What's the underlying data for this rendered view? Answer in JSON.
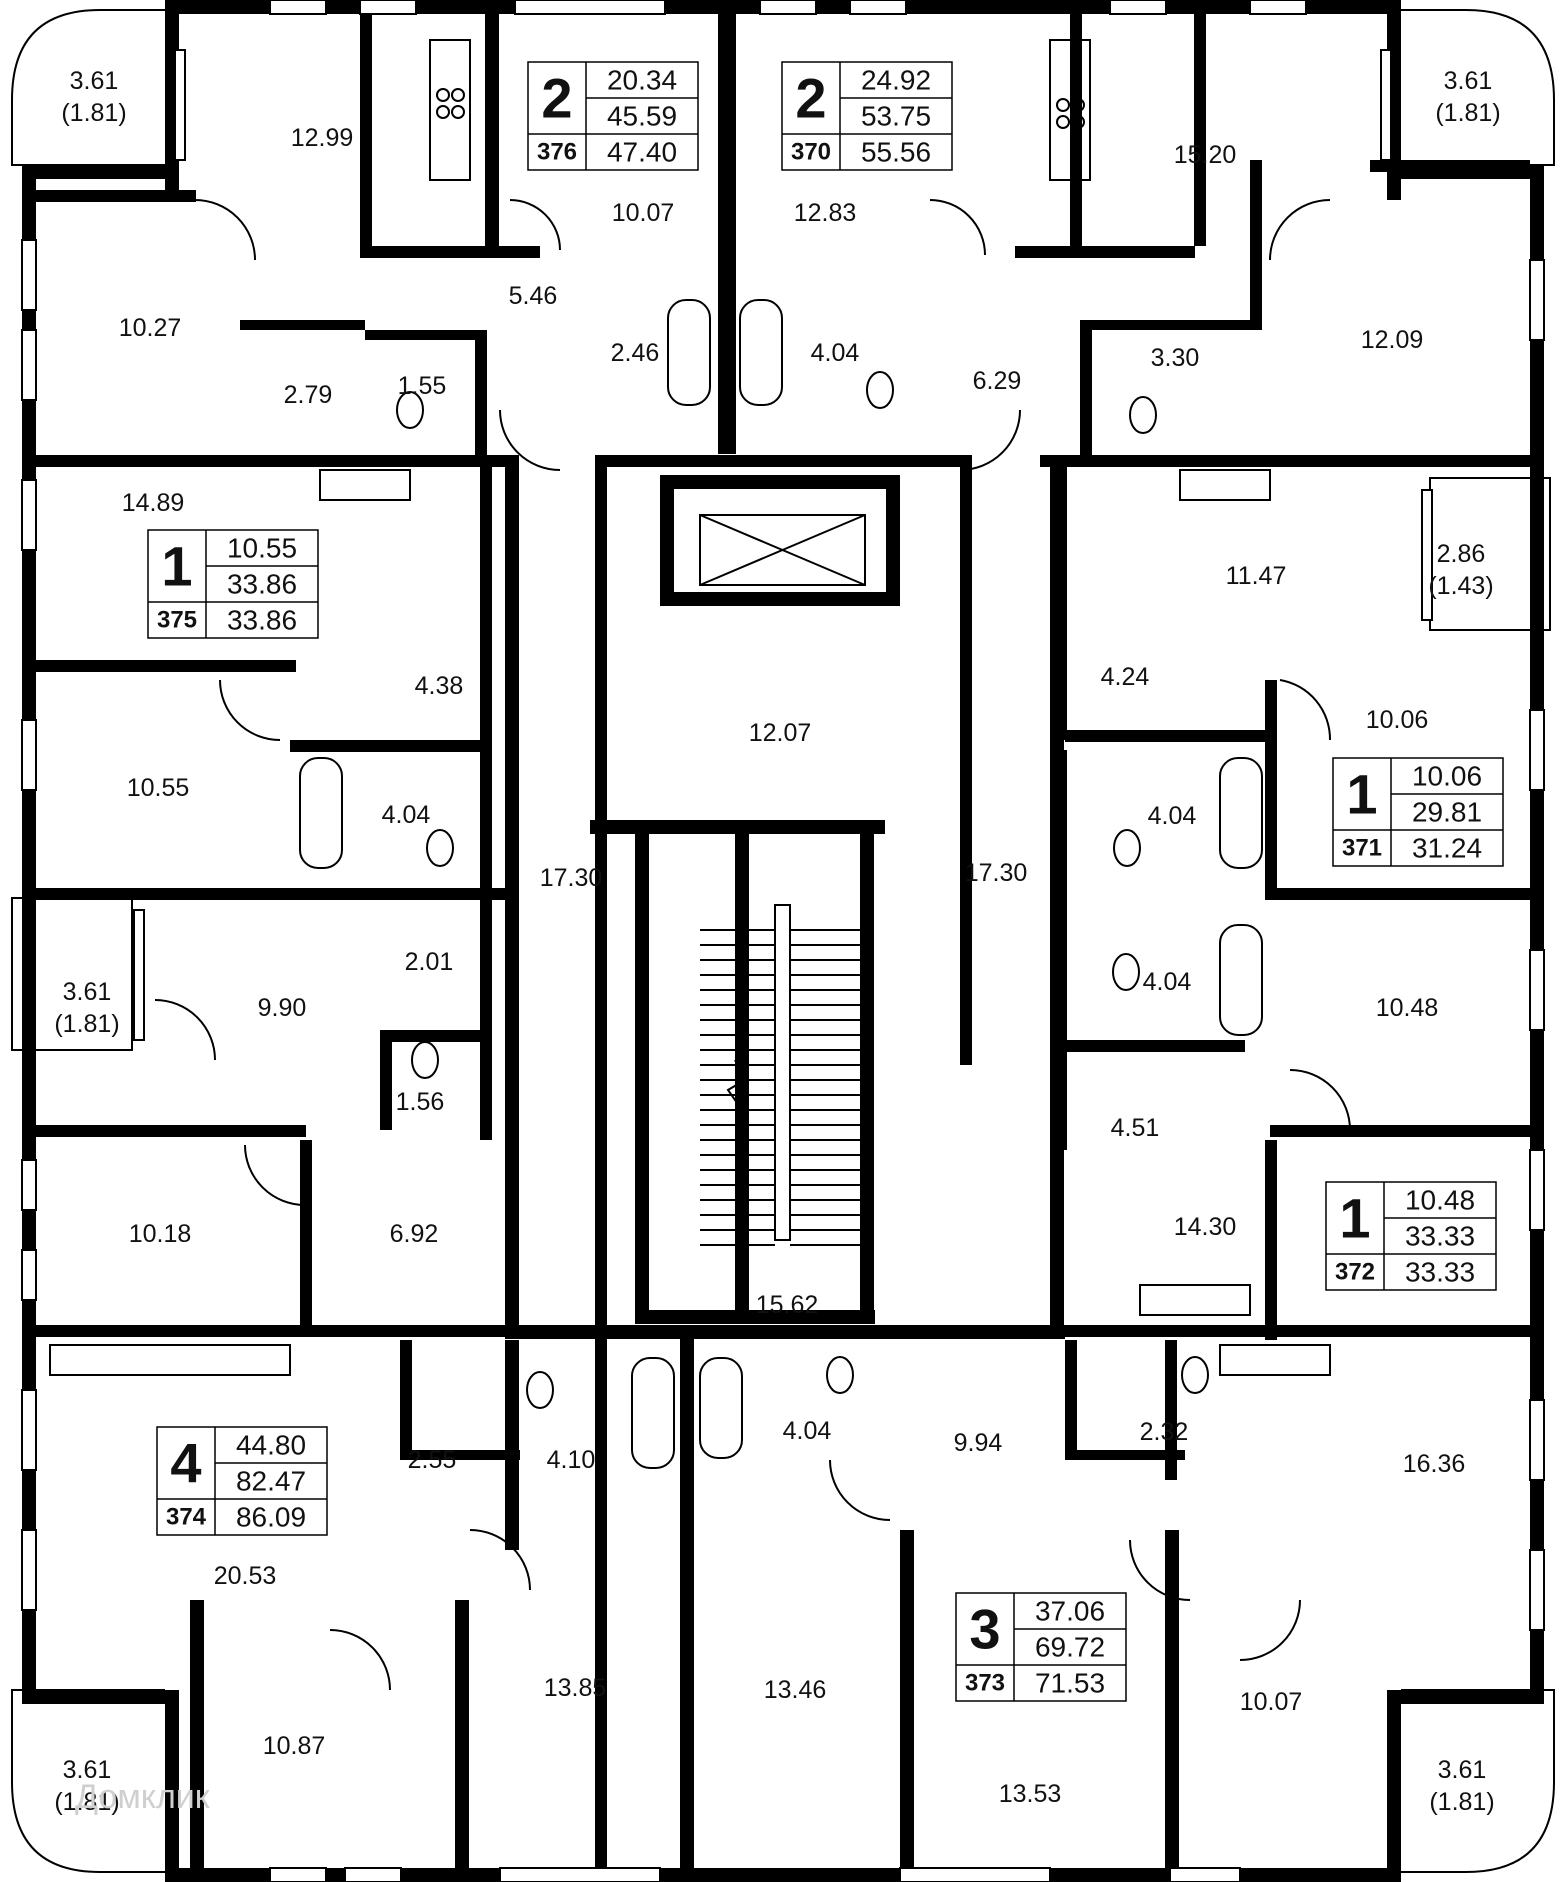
{
  "rooms": [
    {
      "id": "r1",
      "label": "12.99"
    },
    {
      "id": "r2",
      "label": "10.07"
    },
    {
      "id": "r3",
      "label": "12.83"
    },
    {
      "id": "r4",
      "label": "15.20"
    },
    {
      "id": "r5",
      "label": "10.27"
    },
    {
      "id": "r6",
      "label": "2.79"
    },
    {
      "id": "r7",
      "label": "1.55"
    },
    {
      "id": "r8",
      "label": "5.46"
    },
    {
      "id": "r9",
      "label": "2.46"
    },
    {
      "id": "r10",
      "label": "4.04"
    },
    {
      "id": "r11",
      "label": "6.29"
    },
    {
      "id": "r12",
      "label": "3.30"
    },
    {
      "id": "r13",
      "label": "12.09"
    },
    {
      "id": "r14",
      "label": "14.89"
    },
    {
      "id": "r15",
      "label": "11.47"
    },
    {
      "id": "r16",
      "label": "4.38"
    },
    {
      "id": "r17",
      "label": "4.24"
    },
    {
      "id": "r18",
      "label": "10.06"
    },
    {
      "id": "r19",
      "label": "10.55"
    },
    {
      "id": "r20",
      "label": "12.07"
    },
    {
      "id": "r21",
      "label": "4.04"
    },
    {
      "id": "r22",
      "label": "4.04"
    },
    {
      "id": "r23",
      "label": "17.30"
    },
    {
      "id": "r24",
      "label": "17.30"
    },
    {
      "id": "r25",
      "label": "2.01"
    },
    {
      "id": "r26",
      "label": "9.90"
    },
    {
      "id": "r27",
      "label": "4.04"
    },
    {
      "id": "r28",
      "label": "10.48"
    },
    {
      "id": "r29",
      "label": "1.56"
    },
    {
      "id": "r30",
      "label": "4.51"
    },
    {
      "id": "r31",
      "label": "10.18"
    },
    {
      "id": "r32",
      "label": "6.92"
    },
    {
      "id": "r33",
      "label": "14.30"
    },
    {
      "id": "r34",
      "label": "15.62"
    },
    {
      "id": "r35",
      "label": "4.04"
    },
    {
      "id": "r36",
      "label": "9.94"
    },
    {
      "id": "r37",
      "label": "2.32"
    },
    {
      "id": "r38",
      "label": "2.55"
    },
    {
      "id": "r39",
      "label": "4.10"
    },
    {
      "id": "r40",
      "label": "16.36"
    },
    {
      "id": "r41",
      "label": "20.53"
    },
    {
      "id": "r42",
      "label": "13.85"
    },
    {
      "id": "r43",
      "label": "13.46"
    },
    {
      "id": "r44",
      "label": "10.07"
    },
    {
      "id": "r45",
      "label": "10.87"
    },
    {
      "id": "r46",
      "label": "13.53"
    }
  ],
  "balconies": [
    {
      "id": "b1",
      "area": "3.61",
      "half": "(1.81)"
    },
    {
      "id": "b2",
      "area": "3.61",
      "half": "(1.81)"
    },
    {
      "id": "b3",
      "area": "2.86",
      "half": "(1.43)"
    },
    {
      "id": "b4",
      "area": "3.61",
      "half": "(1.81)"
    },
    {
      "id": "b5",
      "area": "3.61",
      "half": "(1.81)"
    },
    {
      "id": "b6",
      "area": "3.61",
      "half": "(1.81)"
    }
  ],
  "apartments": [
    {
      "number": "376",
      "rooms": "2",
      "living": "20.34",
      "total": "45.59",
      "total_with_balcony": "47.40"
    },
    {
      "number": "370",
      "rooms": "2",
      "living": "24.92",
      "total": "53.75",
      "total_with_balcony": "55.56"
    },
    {
      "number": "375",
      "rooms": "1",
      "living": "10.55",
      "total": "33.86",
      "total_with_balcony": "33.86"
    },
    {
      "number": "371",
      "rooms": "1",
      "living": "10.06",
      "total": "29.81",
      "total_with_balcony": "31.24"
    },
    {
      "number": "372",
      "rooms": "1",
      "living": "10.48",
      "total": "33.33",
      "total_with_balcony": "33.33"
    },
    {
      "number": "374",
      "rooms": "4",
      "living": "44.80",
      "total": "82.47",
      "total_with_balcony": "86.09"
    },
    {
      "number": "373",
      "rooms": "3",
      "living": "37.06",
      "total": "69.72",
      "total_with_balcony": "71.53"
    }
  ],
  "watermark": "Домклик",
  "colors": {
    "wall": "#000000",
    "background": "#ffffff",
    "text": "#111111",
    "watermark": "#cfcfcf"
  }
}
